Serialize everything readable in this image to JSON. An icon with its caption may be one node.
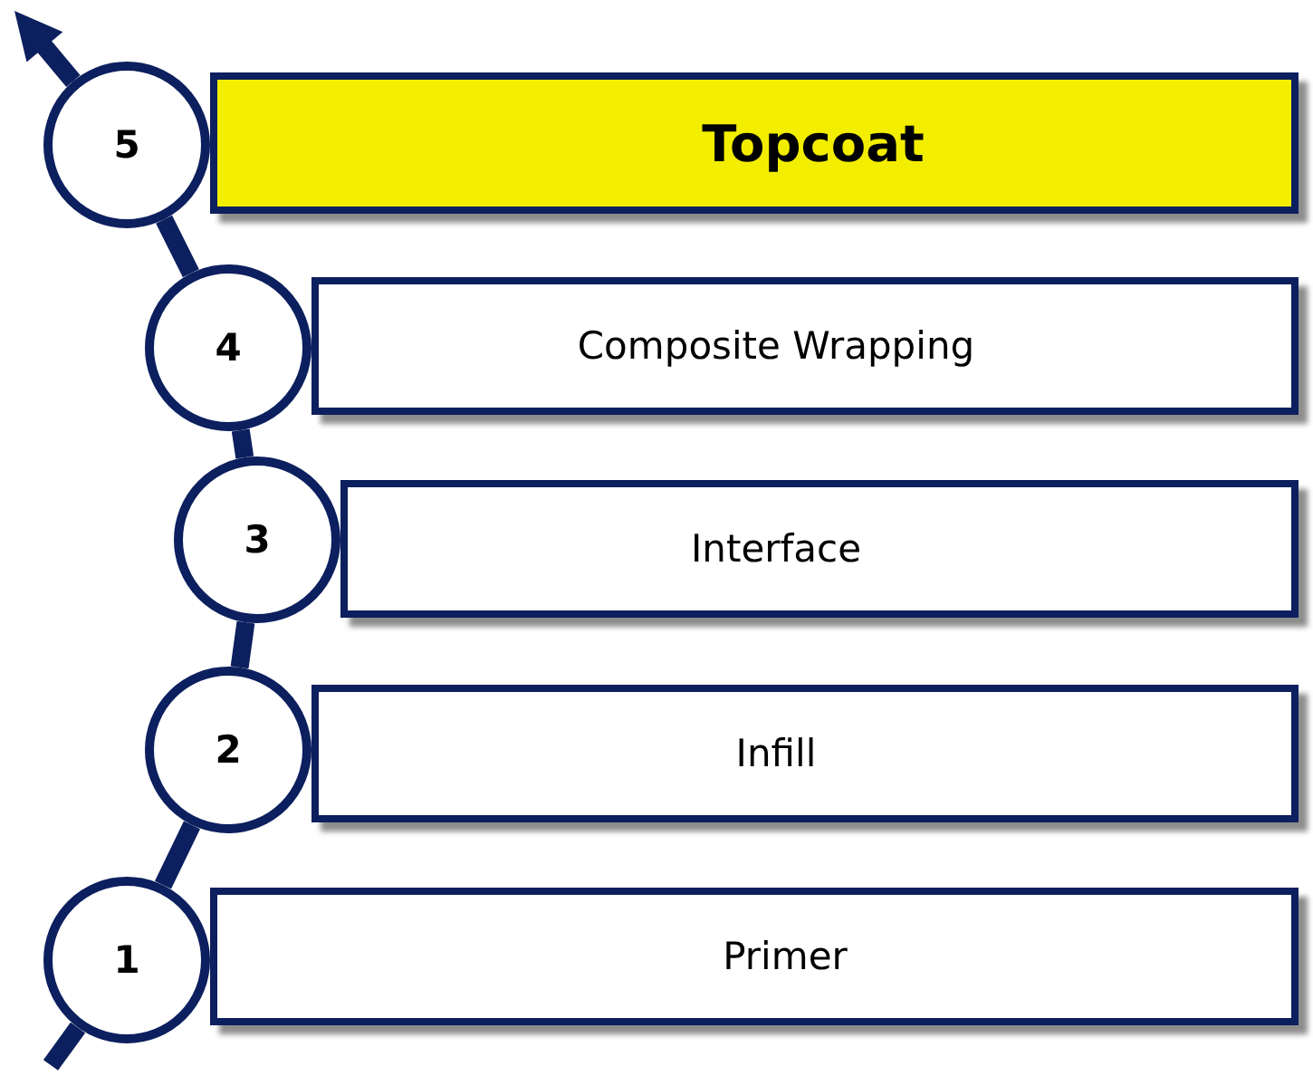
{
  "diagram": {
    "nodes": [
      {
        "text": [
          "5"
        ]
      },
      {
        "text": [
          "Topcoat"
        ]
      },
      {
        "text": [
          "4"
        ]
      },
      {
        "text": [
          "Composite Wrapping"
        ]
      },
      {
        "text": [
          "3"
        ]
      },
      {
        "text": [
          "Interface"
        ]
      },
      {
        "text": [
          "2"
        ]
      },
      {
        "text": [
          "Infill"
        ]
      },
      {
        "text": [
          "1"
        ]
      },
      {
        "text": [
          "Primer"
        ]
      }
    ],
    "edges": [
      {
        "from": null,
        "to": 8,
        "arrow": "none"
      },
      {
        "from": 8,
        "to": 6,
        "arrow": "none"
      },
      {
        "from": 6,
        "to": 4,
        "arrow": "none"
      },
      {
        "from": 4,
        "to": 2,
        "arrow": "none"
      },
      {
        "from": 2,
        "to": 0,
        "arrow": "none"
      },
      {
        "from": 0,
        "to": null,
        "arrow": "to"
      }
    ]
  }
}
